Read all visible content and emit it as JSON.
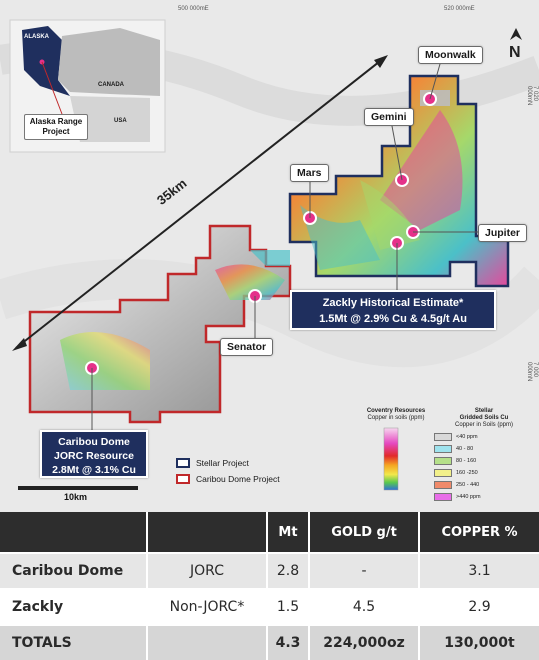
{
  "map": {
    "coord_labels": {
      "top_left": "500 000mE",
      "top_right": "520 000mE",
      "right_upper": "7 020 000mN",
      "right_lower": "7 000 000mN"
    },
    "north_label": "N",
    "distance_label": "35km",
    "inset": {
      "alaska_label": "ALASKA",
      "canada_label": "CANADA",
      "usa_label": "USA",
      "project_callout": "Alaska Range Project"
    },
    "callouts": {
      "moonwalk": "Moonwalk",
      "gemini": "Gemini",
      "mars": "Mars",
      "jupiter": "Jupiter",
      "senator": "Senator"
    },
    "zackly_box": {
      "line1": "Zackly Historical Estimate*",
      "line2": "1.5Mt @ 2.9% Cu & 4.5g/t Au"
    },
    "caribou_box": {
      "line1": "Caribou Dome",
      "line2": "JORC Resource",
      "line3": "2.8Mt @ 3.1% Cu"
    },
    "legend": {
      "stellar": "Stellar Project",
      "caribou": "Caribou Dome Project"
    },
    "coventry_legend": {
      "line1": "Coventry Resources",
      "line2": "Copper in soils (ppm)"
    },
    "soils_legend": {
      "line1": "Stellar",
      "line2": "Gridded Soils Cu",
      "line3": "Copper in Soils (ppm)",
      "items": [
        {
          "label": "<40 ppm",
          "color": "#d9d9d9"
        },
        {
          "label": "40 - 80",
          "color": "#9fe3ee"
        },
        {
          "label": "80 - 160",
          "color": "#b5e08a"
        },
        {
          "label": "160 -250",
          "color": "#f2f08a"
        },
        {
          "label": "250 - 440",
          "color": "#f08a6a"
        },
        {
          "label": ">440 ppm",
          "color": "#e86ee8"
        }
      ]
    },
    "scale_label": "10km",
    "colors": {
      "stellar_outline": "#1f2f5e",
      "caribou_outline": "#c0282a",
      "marker": "#e5318a",
      "navy": "#1f2f5e"
    }
  },
  "table": {
    "headers": [
      "",
      "",
      "Mt",
      "GOLD g/t",
      "COPPER %"
    ],
    "rows": [
      [
        "Caribou Dome",
        "JORC",
        "2.8",
        "-",
        "3.1"
      ],
      [
        "Zackly",
        "Non-JORC*",
        "1.5",
        "4.5",
        "2.9"
      ],
      [
        "TOTALS",
        "",
        "4.3",
        "224,000oz",
        "130,000t"
      ]
    ],
    "colors": {
      "header_bg": "#2d2d2d",
      "row1_bg": "#e6e6e6",
      "row2_bg": "#ffffff",
      "row3_bg": "#d6d6d6"
    }
  }
}
